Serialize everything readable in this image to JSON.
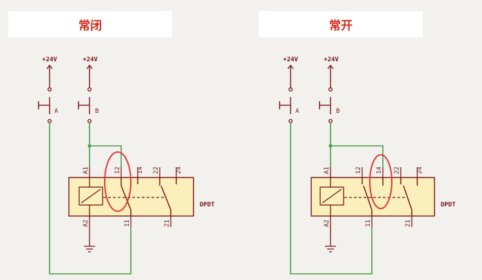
{
  "panels": [
    {
      "title": "常闭",
      "supply_a": "+24V",
      "supply_b": "+24V",
      "switch_a": "A",
      "switch_b": "B",
      "coil_pins": [
        "A1",
        "A2"
      ],
      "contact_pins": [
        "12",
        "14",
        "22",
        "24",
        "11",
        "21"
      ],
      "relay_type": "DPDT",
      "highlighted_pin": "12"
    },
    {
      "title": "常开",
      "supply_a": "+24V",
      "supply_b": "+24V",
      "switch_a": "A",
      "switch_b": "B",
      "coil_pins": [
        "A1",
        "A2"
      ],
      "contact_pins": [
        "12",
        "14",
        "22",
        "24",
        "11",
        "21"
      ],
      "relay_type": "DPDT",
      "highlighted_pin": "14"
    }
  ],
  "colors": {
    "wire": "#4a9a4a",
    "component": "#7a1515",
    "relay_fill": "#fbf0bc",
    "highlight": "#e03a3a",
    "title": "#d42a1c"
  }
}
